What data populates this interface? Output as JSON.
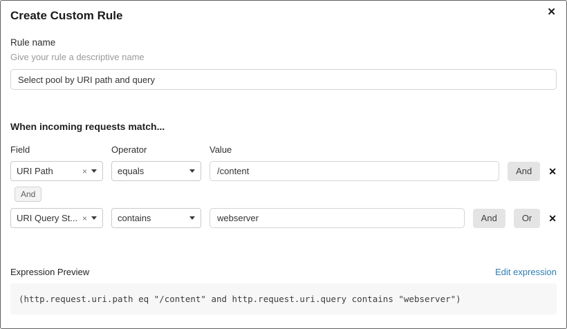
{
  "modal": {
    "title": "Create Custom Rule"
  },
  "icons": {
    "close": "✕",
    "clear": "×",
    "remove": "✕"
  },
  "rule_name": {
    "label": "Rule name",
    "helper": "Give your rule a descriptive name",
    "value": "Select pool by URI path and query"
  },
  "match": {
    "heading": "When incoming requests match...",
    "columns": {
      "field": "Field",
      "operator": "Operator",
      "value": "Value"
    },
    "connector": "And",
    "rows": [
      {
        "field": "URI Path",
        "operator": "equals",
        "value": "/content",
        "buttons": [
          "And"
        ]
      },
      {
        "field": "URI Query St...",
        "operator": "contains",
        "value": "webserver",
        "buttons": [
          "And",
          "Or"
        ]
      }
    ]
  },
  "expression": {
    "label": "Expression Preview",
    "edit_link": "Edit expression",
    "code": "(http.request.uri.path eq \"/content\" and http.request.uri.query contains \"webserver\")"
  },
  "colors": {
    "link": "#2c7cb0",
    "button_bg": "#e4e4e4",
    "code_bg": "#f7f7f7"
  }
}
